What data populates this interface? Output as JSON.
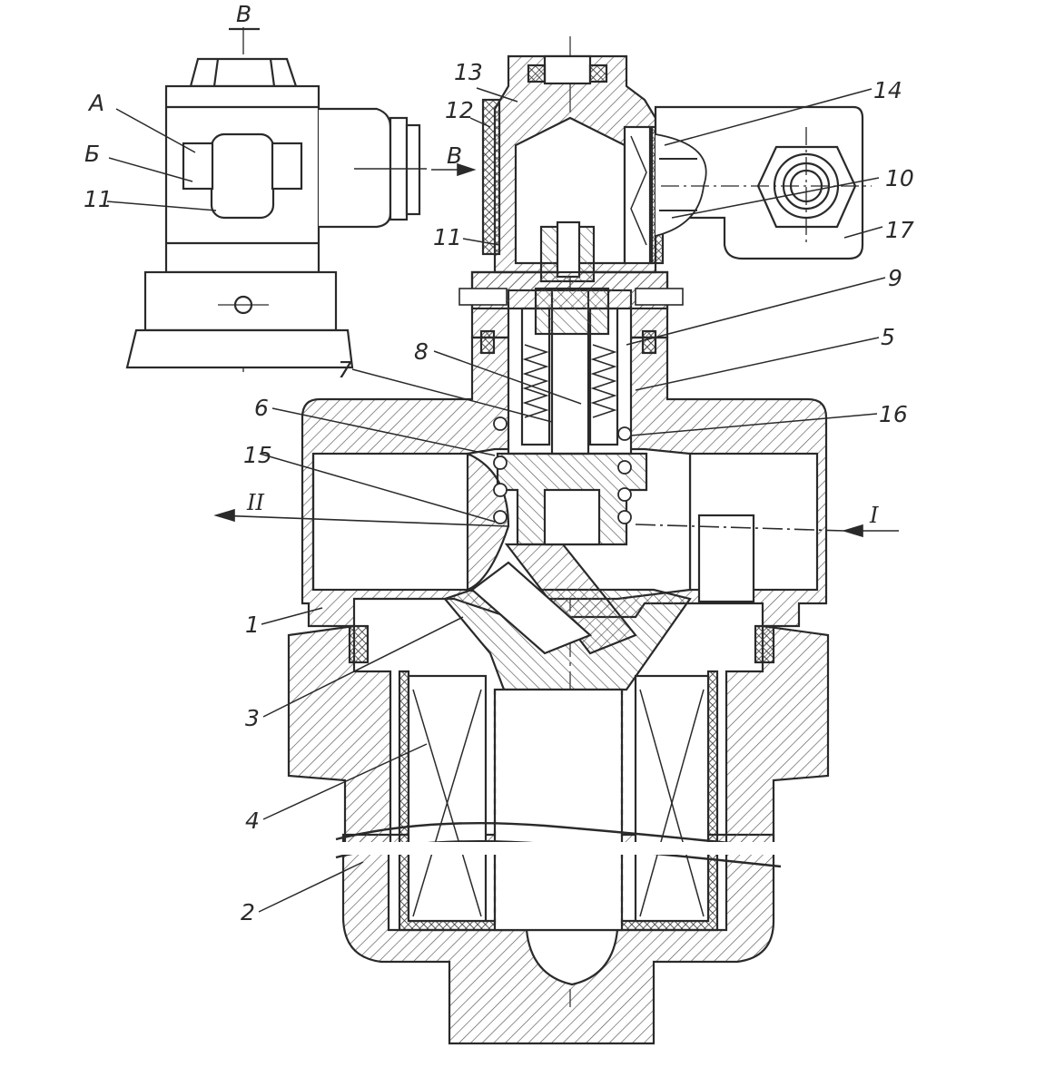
{
  "colors": {
    "ink": "#2a2a2a",
    "background": "#ffffff",
    "hatch": "#555555"
  },
  "labels": {
    "view_letter": "B",
    "view_arrow": "B",
    "flow_in": "I",
    "flow_out": "II",
    "side_a": "A",
    "side_b": "Б",
    "side_11": "11",
    "n1": "1",
    "n2": "2",
    "n3": "3",
    "n4": "4",
    "n5": "5",
    "n6": "6",
    "n7": "7",
    "n8": "8",
    "n9": "9",
    "n10": "10",
    "n11": "11",
    "n12": "12",
    "n13": "13",
    "n14": "14",
    "n15": "15",
    "n16": "16",
    "n17": "17"
  }
}
